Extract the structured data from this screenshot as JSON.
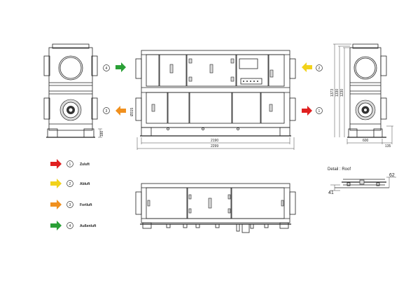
{
  "legend": [
    {
      "num": "1",
      "label": "Zuluft",
      "color": "#e02020"
    },
    {
      "num": "2",
      "label": "Abluft",
      "color": "#f2d21a"
    },
    {
      "num": "3",
      "label": "Fortluft",
      "color": "#f0901e"
    },
    {
      "num": "4",
      "label": "Außenluft",
      "color": "#2aa036"
    }
  ],
  "markers": {
    "four": "4",
    "three": "3",
    "two": "2",
    "one": "1"
  },
  "dimensions": {
    "front_width_inner": "2190",
    "front_width_outer": "2299",
    "duct_diameter": "Ø315",
    "left_height": "180",
    "right_depth": "600",
    "right_offset": "135",
    "right_h1": "1373",
    "right_h2": "1330",
    "right_h3": "1230"
  },
  "detail": {
    "title": "Detail : Roof",
    "dim_top": "62",
    "dim_left": "41"
  },
  "colors": {
    "zuluft": "#e02020",
    "abluft": "#f2d21a",
    "fortluft": "#f0901e",
    "aussenluft": "#2aa036"
  }
}
